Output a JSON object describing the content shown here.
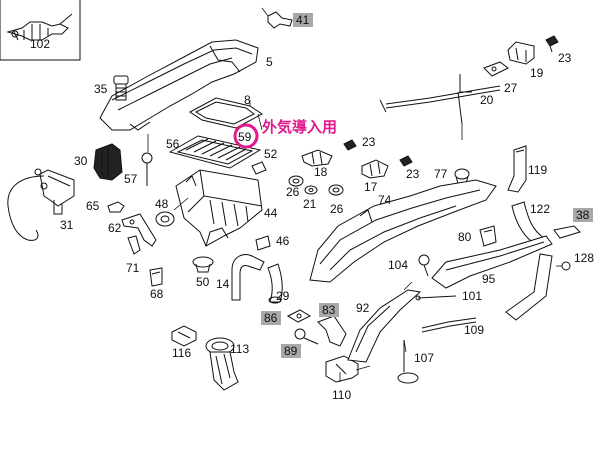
{
  "callouts": [
    {
      "id": "102",
      "text": "102",
      "boxed": false
    },
    {
      "id": "41",
      "text": "41",
      "boxed": true
    },
    {
      "id": "5",
      "text": "5",
      "boxed": false
    },
    {
      "id": "35",
      "text": "35",
      "boxed": false
    },
    {
      "id": "8",
      "text": "8",
      "boxed": false
    },
    {
      "id": "59",
      "text": "59",
      "boxed": false,
      "highlighted": true
    },
    {
      "id": "56",
      "text": "56",
      "boxed": false
    },
    {
      "id": "52",
      "text": "52",
      "boxed": false
    },
    {
      "id": "30",
      "text": "30",
      "boxed": false
    },
    {
      "id": "57",
      "text": "57",
      "boxed": false
    },
    {
      "id": "31",
      "text": "31",
      "boxed": false
    },
    {
      "id": "65",
      "text": "65",
      "boxed": false
    },
    {
      "id": "62",
      "text": "62",
      "boxed": false
    },
    {
      "id": "48",
      "text": "48",
      "boxed": false
    },
    {
      "id": "44",
      "text": "44",
      "boxed": false
    },
    {
      "id": "71",
      "text": "71",
      "boxed": false
    },
    {
      "id": "68",
      "text": "68",
      "boxed": false
    },
    {
      "id": "50",
      "text": "50",
      "boxed": false
    },
    {
      "id": "14",
      "text": "14",
      "boxed": false
    },
    {
      "id": "46",
      "text": "46",
      "boxed": false
    },
    {
      "id": "29",
      "text": "29",
      "boxed": false
    },
    {
      "id": "86",
      "text": "86",
      "boxed": true
    },
    {
      "id": "83",
      "text": "83",
      "boxed": true
    },
    {
      "id": "89",
      "text": "89",
      "boxed": true
    },
    {
      "id": "116",
      "text": "116",
      "boxed": false
    },
    {
      "id": "113",
      "text": "113",
      "boxed": false
    },
    {
      "id": "110",
      "text": "110",
      "boxed": false
    },
    {
      "id": "92",
      "text": "92",
      "boxed": false
    },
    {
      "id": "23a",
      "text": "23",
      "boxed": false
    },
    {
      "id": "18",
      "text": "18",
      "boxed": false
    },
    {
      "id": "26a",
      "text": "26",
      "boxed": false
    },
    {
      "id": "21",
      "text": "21",
      "boxed": false
    },
    {
      "id": "26b",
      "text": "26",
      "boxed": false
    },
    {
      "id": "17",
      "text": "17",
      "boxed": false
    },
    {
      "id": "23b",
      "text": "23",
      "boxed": false
    },
    {
      "id": "77",
      "text": "77",
      "boxed": false
    },
    {
      "id": "74",
      "text": "74",
      "boxed": false
    },
    {
      "id": "19",
      "text": "19",
      "boxed": false
    },
    {
      "id": "23c",
      "text": "23",
      "boxed": false
    },
    {
      "id": "27",
      "text": "27",
      "boxed": false
    },
    {
      "id": "20",
      "text": "20",
      "boxed": false
    },
    {
      "id": "119",
      "text": "119",
      "boxed": false
    },
    {
      "id": "122",
      "text": "122",
      "boxed": false
    },
    {
      "id": "38",
      "text": "38",
      "boxed": true
    },
    {
      "id": "80",
      "text": "80",
      "boxed": false
    },
    {
      "id": "128",
      "text": "128",
      "boxed": false
    },
    {
      "id": "104",
      "text": "104",
      "boxed": false
    },
    {
      "id": "95",
      "text": "95",
      "boxed": false
    },
    {
      "id": "101",
      "text": "101",
      "boxed": false
    },
    {
      "id": "109",
      "text": "109",
      "boxed": false
    },
    {
      "id": "107",
      "text": "107",
      "boxed": false
    }
  ],
  "annotation": {
    "text": "外気導入用",
    "color": "#e0198c"
  }
}
